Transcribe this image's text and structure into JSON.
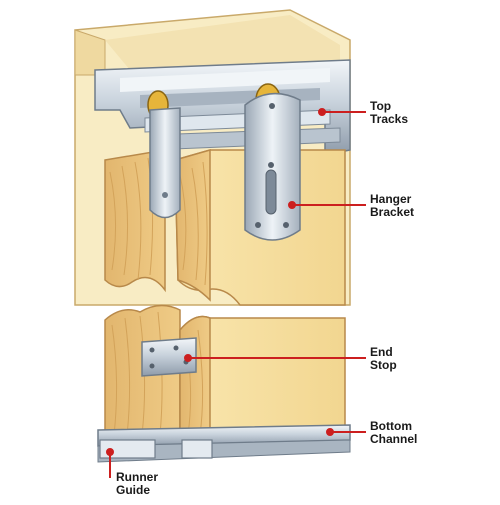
{
  "labels": {
    "top_tracks": [
      "Top",
      "Tracks"
    ],
    "hanger_bracket": [
      "Hanger",
      "Bracket"
    ],
    "end_stop": [
      "End",
      "Stop"
    ],
    "bottom_channel": [
      "Bottom",
      "Channel"
    ],
    "runner_guide": [
      "Runner",
      "Guide"
    ]
  },
  "colors": {
    "wall": "#f8ecc4",
    "wood_face": "#f6dfa0",
    "wood_side": "#e8c37e",
    "wood_grain": "#d8a95c",
    "metal": "#c9d3dc",
    "metal_dark": "#8f9caa",
    "metal_light": "#eef3f7",
    "wheel": "#e6b53a",
    "leader": "#cc1f1f"
  }
}
